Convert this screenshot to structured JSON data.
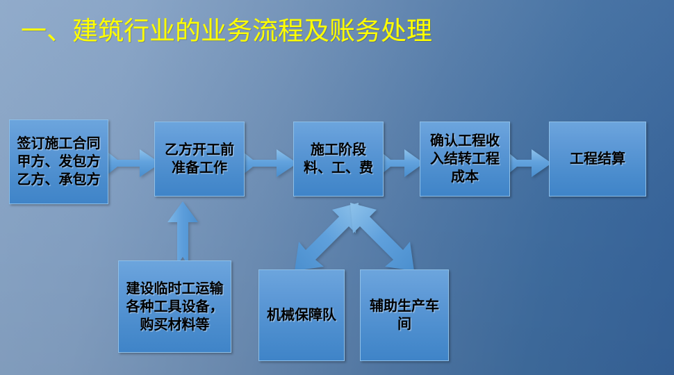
{
  "slide": {
    "title": "一、建筑行业的业务流程及账务处理",
    "title_color": "#ffff00",
    "background": {
      "from": "#8ba7c8",
      "to": "#36639a"
    },
    "node_fill_top": "#6ca5dd",
    "node_fill_bottom": "#3f84c8",
    "node_border": "#8fc0e8",
    "arrow_fill": "#5ea0dc"
  },
  "flow": {
    "top_row": [
      {
        "id": "contract",
        "label": "签订施工合同甲方、发包方乙方、承包方"
      },
      {
        "id": "prep",
        "label": "乙方开工前准备工作"
      },
      {
        "id": "stage",
        "label": "施工阶段料、工、费"
      },
      {
        "id": "revenue",
        "label": "确认工程收入结转工程成本"
      },
      {
        "id": "settle",
        "label": "工程结算"
      }
    ],
    "bottom_row": [
      {
        "id": "temp",
        "label": "建设临时工运输各种工具设备，购买材料等"
      },
      {
        "id": "machine",
        "label": "机械保障队"
      },
      {
        "id": "auxiliary",
        "label": "辅助生产车间"
      }
    ],
    "connectors": [
      {
        "id": "h1",
        "from": "contract",
        "to": "prep",
        "direction": "right"
      },
      {
        "id": "h2",
        "from": "prep",
        "to": "stage",
        "direction": "right"
      },
      {
        "id": "h3",
        "from": "stage",
        "to": "revenue",
        "direction": "right"
      },
      {
        "id": "h4",
        "from": "revenue",
        "to": "settle",
        "direction": "right"
      },
      {
        "id": "up1",
        "from": "temp",
        "to": "prep",
        "direction": "up"
      },
      {
        "id": "diag1",
        "from": "machine",
        "to": "stage",
        "direction": "up-right"
      },
      {
        "id": "diag2",
        "from": "auxiliary",
        "to": "stage",
        "direction": "up-left"
      }
    ]
  }
}
